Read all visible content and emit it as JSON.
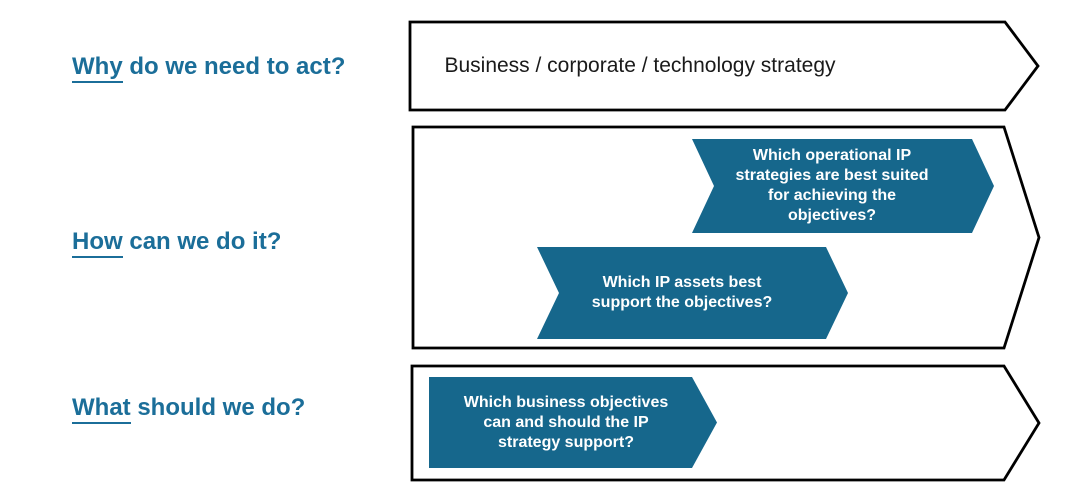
{
  "colors": {
    "teal_fill": "#16678C",
    "label_text": "#1B6E99",
    "outline": "#000000",
    "chevron_text": "#FFFFFF",
    "banner_text": "#1A1A1A",
    "background": "#FFFFFF"
  },
  "rows": [
    {
      "id": "why",
      "keyword": "Why",
      "question_rest": " do we need to act?",
      "banner_text": "Business / corporate / technology strategy",
      "chevrons": []
    },
    {
      "id": "how",
      "keyword": "How",
      "question_rest": " can we do it?",
      "chevrons": [
        {
          "text": "Which operational IP\nstrategies are best suited\nfor achieving the\nobjectives?"
        },
        {
          "text": "Which IP assets best\nsupport the objectives?"
        }
      ]
    },
    {
      "id": "what",
      "keyword": "What",
      "question_rest": " should we do?",
      "chevrons": [
        {
          "text": "Which business objectives\ncan and should the IP\nstrategy support?"
        }
      ]
    }
  ]
}
